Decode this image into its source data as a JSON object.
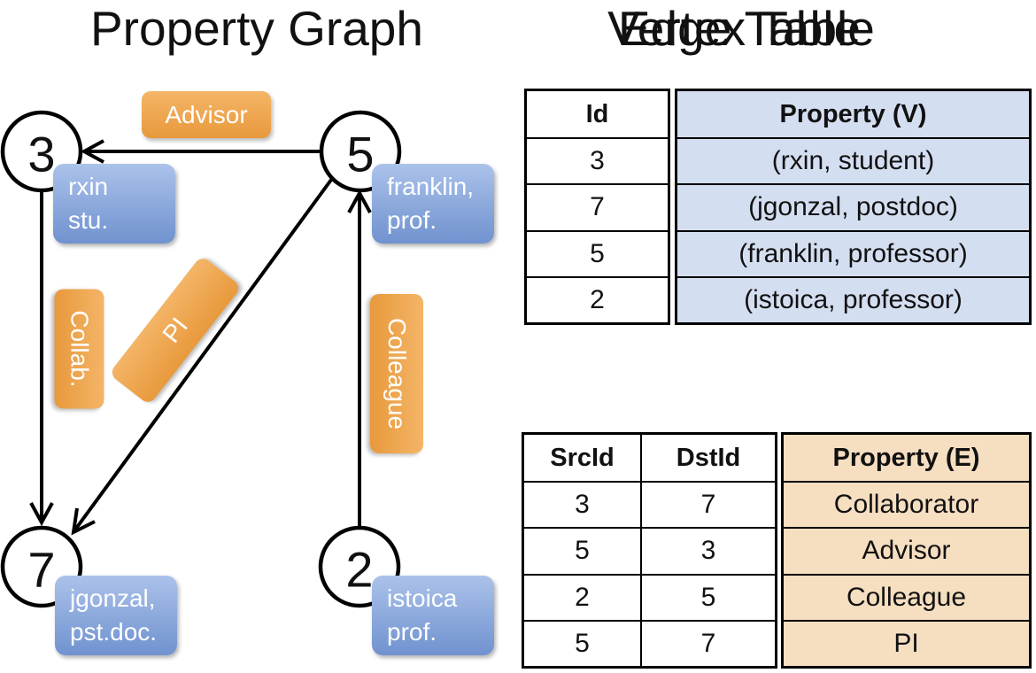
{
  "graph": {
    "title": "Property Graph",
    "nodes": [
      {
        "id": "3",
        "prop_line1": "rxin",
        "prop_line2": "stu."
      },
      {
        "id": "5",
        "prop_line1": "franklin,",
        "prop_line2": "prof."
      },
      {
        "id": "7",
        "prop_line1": "jgonzal,",
        "prop_line2": "pst.doc."
      },
      {
        "id": "2",
        "prop_line1": "istoica",
        "prop_line2": "prof."
      }
    ],
    "edges": [
      {
        "label": "Advisor",
        "from": "5",
        "to": "3"
      },
      {
        "label": "Collab.",
        "from": "3",
        "to": "7"
      },
      {
        "label": "PI",
        "from": "5",
        "to": "7"
      },
      {
        "label": "Colleague",
        "from": "2",
        "to": "5"
      }
    ]
  },
  "vertex_table": {
    "title": "Vertex Table",
    "headers": {
      "id": "Id",
      "property": "Property (V)"
    },
    "rows": [
      {
        "id": "3",
        "property": "(rxin, student)"
      },
      {
        "id": "7",
        "property": "(jgonzal, postdoc)"
      },
      {
        "id": "5",
        "property": "(franklin, professor)"
      },
      {
        "id": "2",
        "property": "(istoica, professor)"
      }
    ]
  },
  "edge_table": {
    "title": "Edge Table",
    "headers": {
      "src": "SrcId",
      "dst": "DstId",
      "property": "Property (E)"
    },
    "rows": [
      {
        "src": "3",
        "dst": "7",
        "property": "Collaborator"
      },
      {
        "src": "5",
        "dst": "3",
        "property": "Advisor"
      },
      {
        "src": "2",
        "dst": "5",
        "property": "Colleague"
      },
      {
        "src": "5",
        "dst": "7",
        "property": "PI"
      }
    ]
  },
  "colors": {
    "edge_label_orange": "#EFA74E",
    "vertex_box_blue": "#84A3DB",
    "vertex_cell_blue": "#D4DEF1",
    "edge_cell_orange": "#F6DEC1",
    "line_black": "#000000"
  }
}
